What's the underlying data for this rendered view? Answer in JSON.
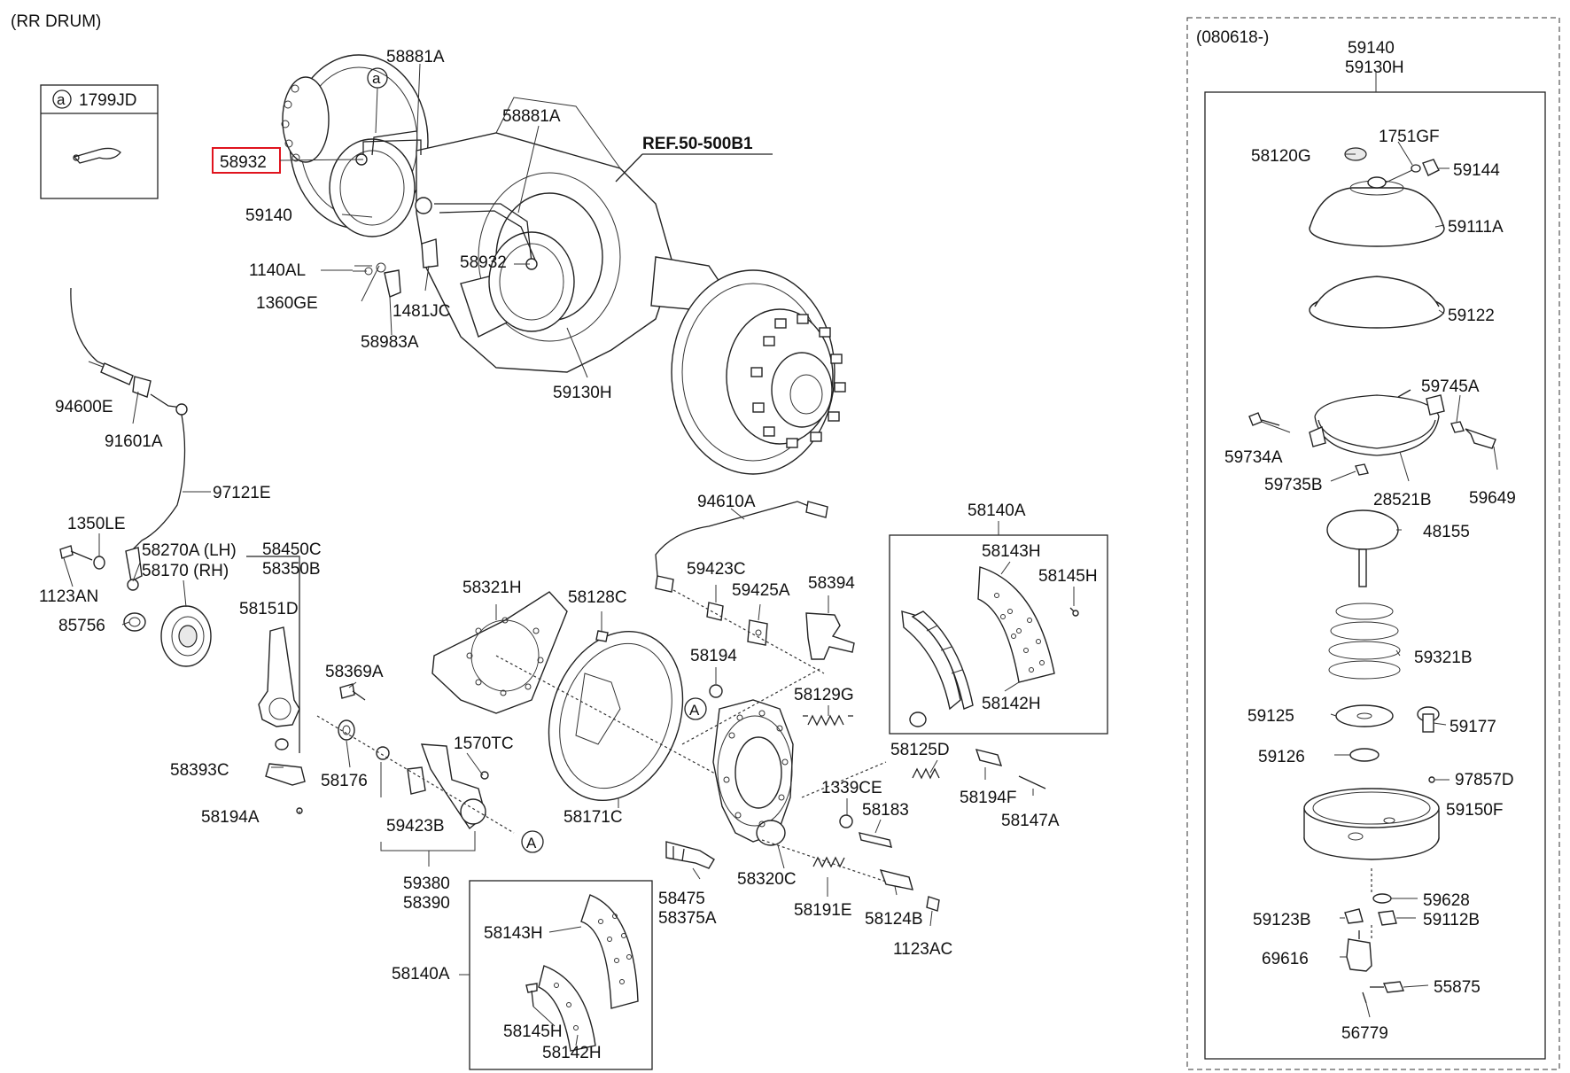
{
  "section_title": "(RR DRUM)",
  "inset_note": "(080618-)",
  "ref_label": "REF.50-500B1",
  "highlighted_part": "58932",
  "callout_a": {
    "letter": "a",
    "part": "1799JD"
  },
  "marker_letter": "A",
  "labels": {
    "p58881A_1": "58881A",
    "p58932_2": "58932",
    "p58881A_2": "58881A",
    "p59140_main": "59140",
    "p1140AL": "1140AL",
    "p1360GE": "1360GE",
    "p1481JC": "1481JC",
    "p58983A": "58983A",
    "p59130H_main": "59130H",
    "p94600E": "94600E",
    "p91601A": "91601A",
    "p97121E": "97121E",
    "p1350LE": "1350LE",
    "p58270A": "58270A (LH)",
    "p58170": "58170 (RH)",
    "p1123AN": "1123AN",
    "p85756": "85756",
    "p58450C": "58450C",
    "p58350B": "58350B",
    "p58151D": "58151D",
    "p58369A": "58369A",
    "p58393C": "58393C",
    "p58194A": "58194A",
    "p58176": "58176",
    "p1570TC": "1570TC",
    "p59423B": "59423B",
    "p59380": "59380",
    "p58390": "58390",
    "p58321H": "58321H",
    "p58128C": "58128C",
    "p58171C": "58171C",
    "p94610A": "94610A",
    "p59423C": "59423C",
    "p59425A": "59425A",
    "p58394": "58394",
    "p58194": "58194",
    "p58129G": "58129G",
    "p58125D": "58125D",
    "p1339CE": "1339CE",
    "p58183": "58183",
    "p58475": "58475",
    "p58375A": "58375A",
    "p58320C": "58320C",
    "p58191E": "58191E",
    "p58124B": "58124B",
    "p1123AC": "1123AC",
    "p58140A_top": "58140A",
    "p58143H_top": "58143H",
    "p58145H_top": "58145H",
    "p58142H_top": "58142H",
    "p58194F": "58194F",
    "p58147A": "58147A",
    "p58143H_bot": "58143H",
    "p58140A_bot": "58140A",
    "p58145H_bot": "58145H",
    "p58142H_bot": "58142H"
  },
  "inset_labels": {
    "p59140": "59140",
    "p59130H": "59130H",
    "p1751GF": "1751GF",
    "p58120G": "58120G",
    "p59144": "59144",
    "p59111A": "59111A",
    "p59122": "59122",
    "p59745A": "59745A",
    "p59734A": "59734A",
    "p59735B": "59735B",
    "p28521B": "28521B",
    "p59649": "59649",
    "p48155": "48155",
    "p59321B": "59321B",
    "p59125": "59125",
    "p59177": "59177",
    "p59126": "59126",
    "p97857D": "97857D",
    "p59150F": "59150F",
    "p59628": "59628",
    "p59123B": "59123B",
    "p59112B": "59112B",
    "p69616": "69616",
    "p55875": "55875",
    "p56779": "56779"
  },
  "colors": {
    "highlight_box": "#e0141e",
    "line": "#222222",
    "text": "#111111"
  }
}
